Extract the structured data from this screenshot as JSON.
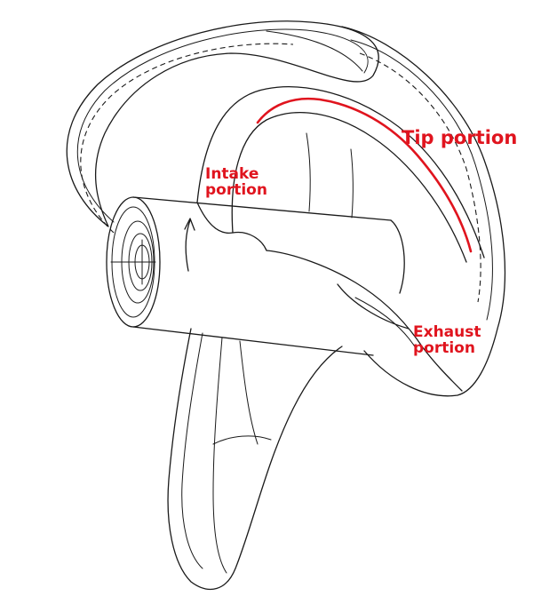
{
  "labels": {
    "tip": "Tip portion",
    "intake_line1": "Intake",
    "intake_line2": "portion",
    "exhaust_line1": "Exhaust",
    "exhaust_line2": "portion"
  },
  "colors": {
    "label": "#e0141e",
    "highlight": "#e0141e",
    "line": "#1a1a1a",
    "background": "#ffffff"
  },
  "icons": [
    "rotation-arrow-icon"
  ]
}
